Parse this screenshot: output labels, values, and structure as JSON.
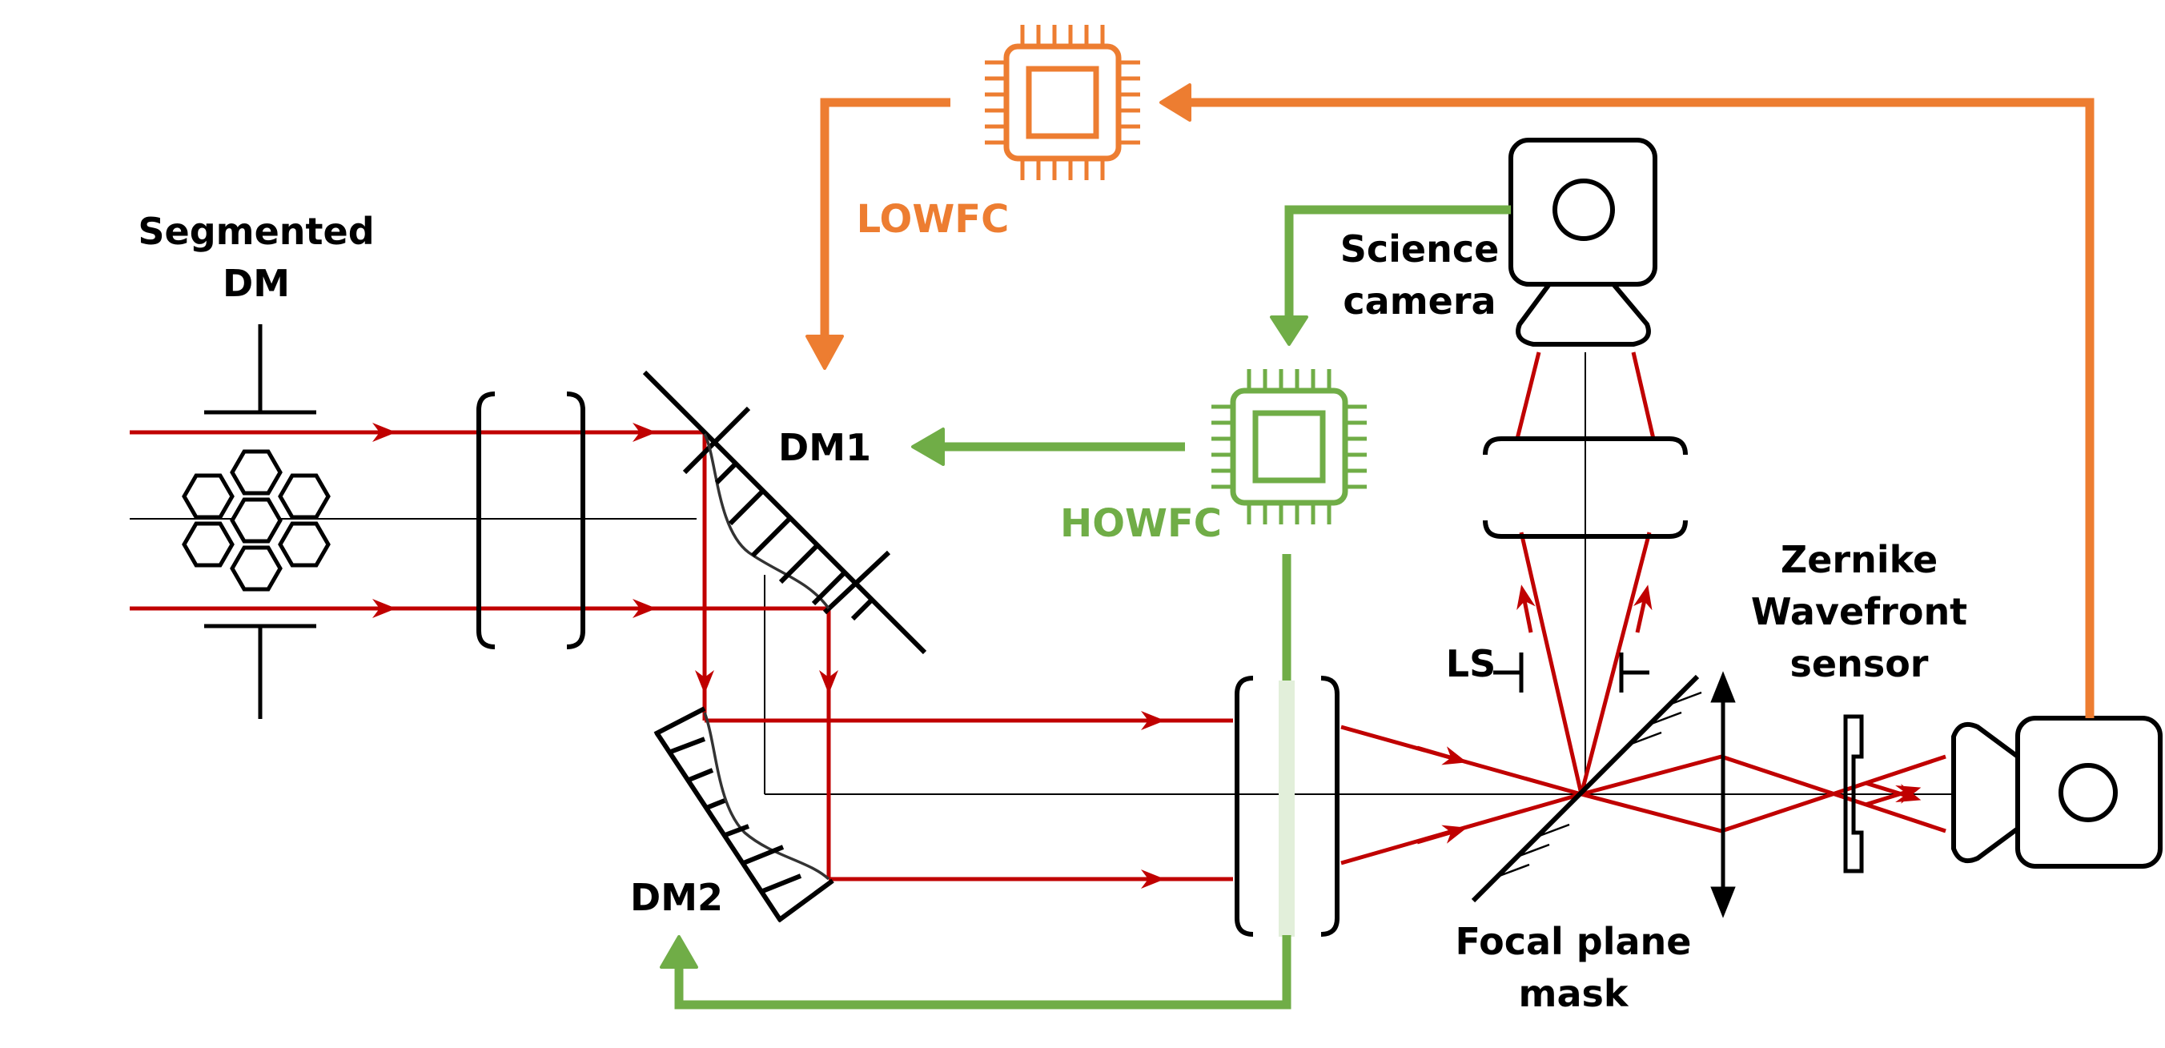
{
  "labels": {
    "segmented_dm": [
      "Segmented",
      "DM"
    ],
    "dm1": "DM1",
    "dm2": "DM2",
    "lowfc": "LOWFC",
    "howfc": "HOWFC",
    "science_camera": [
      "Science",
      "camera"
    ],
    "ls": "LS",
    "zernike": [
      "Zernike",
      "Wavefront",
      "sensor"
    ],
    "focal_plane_mask": [
      "Focal plane",
      "mask"
    ]
  },
  "colors": {
    "beam": "#c00000",
    "lowfc": "#ed7d31",
    "howfc": "#70ad47",
    "optics": "#000000"
  },
  "icons": {
    "lowfc": "processor-chip-icon",
    "howfc": "processor-chip-icon",
    "science_camera": "camera-icon",
    "zernike_camera": "camera-icon",
    "segmented_dm": "hexagonal-segments-icon"
  }
}
